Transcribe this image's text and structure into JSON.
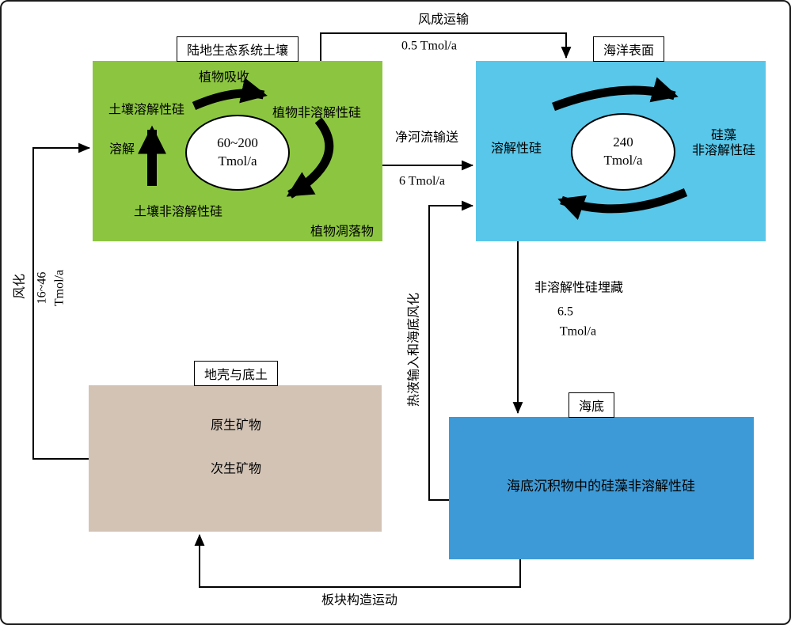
{
  "colors": {
    "soil_box": "#8cc640",
    "ocean_box": "#58c7e9",
    "crust_box": "#d2c3b5",
    "seabed_box": "#3e9ad6",
    "arrow": "#000000"
  },
  "soil": {
    "title": "陆地生态系统土壤",
    "plant_uptake": "植物吸收",
    "soil_dissolved_si": "土壤溶解性硅",
    "plant_insoluble_si": "植物非溶解性硅",
    "dissolution": "溶解",
    "flux_value": "60~200",
    "flux_unit": "Tmol/a",
    "soil_insoluble_si": "土壤非溶解性硅",
    "plant_litter": "植物凋落物"
  },
  "ocean": {
    "title": "海洋表面",
    "dissolved_si": "溶解性硅",
    "flux_value": "240",
    "flux_unit": "Tmol/a",
    "diatom_line1": "硅藻",
    "diatom_line2": "非溶解性硅"
  },
  "crust": {
    "title": "地壳与底土",
    "primary_minerals": "原生矿物",
    "secondary_minerals": "次生矿物"
  },
  "seabed": {
    "title": "海底",
    "content": "海底沉积物中的硅藻非溶解性硅"
  },
  "flows": {
    "aeolian_label": "风成运输",
    "aeolian_value": "0.5 Tmol/a",
    "river_label": "净河流输送",
    "river_value": "6 Tmol/a",
    "hydrothermal_label": "热液输入和海底风化",
    "burial_label": "非溶解性硅埋藏",
    "burial_value": "6.5",
    "burial_unit": "Tmol/a",
    "weathering_label": "风化",
    "weathering_value": "16~46",
    "weathering_unit": "Tmol/a",
    "tectonic_label": "板块构造运动"
  }
}
